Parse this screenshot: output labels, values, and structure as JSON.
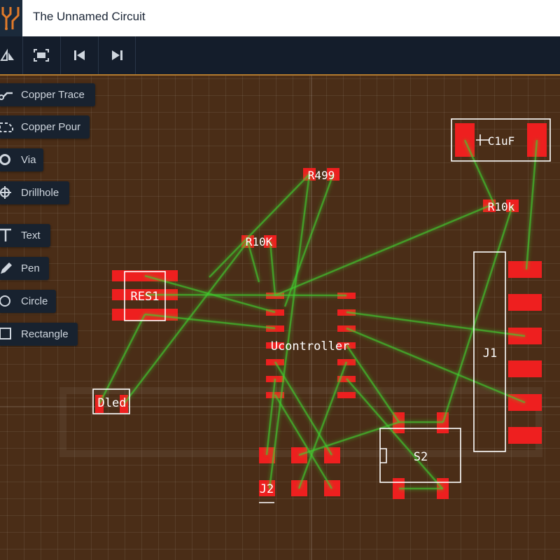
{
  "window": {
    "title": "The Unnamed Circuit"
  },
  "toolbar": {
    "buttons": [
      {
        "name": "view-toggle",
        "icon": "layers-flip-icon"
      },
      {
        "name": "fit-screen",
        "icon": "fit-screen-icon"
      },
      {
        "name": "step-back",
        "icon": "skip-previous-icon"
      },
      {
        "name": "step-forward",
        "icon": "skip-next-icon"
      }
    ]
  },
  "tools": {
    "copper_trace": "Copper Trace",
    "copper_pour": "Copper Pour",
    "via": "Via",
    "drillhole": "Drillhole",
    "text": "Text",
    "pen": "Pen",
    "circle": "Circle",
    "rectangle": "Rectangle"
  },
  "components": {
    "c1": "C1uF",
    "r499": "R499",
    "r10k_lower": "R10k",
    "r10k_upper": "R10K",
    "res1": "RES1",
    "ucontroller": "Ucontroller",
    "j1": "J1",
    "dled": "Dled",
    "s2": "S2",
    "j2": "J2"
  },
  "colors": {
    "board": "#4a2d17",
    "pad": "#ee1f1f",
    "trace": "#3fcf2f",
    "silkscreen": "#ffffff",
    "toolbar": "#141d2b",
    "accent": "#b37a2e"
  }
}
